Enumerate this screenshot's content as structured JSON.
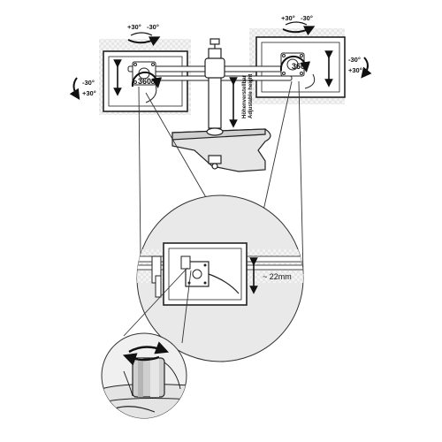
{
  "left_monitor": {
    "tilt_top": {
      "plus": "+30°",
      "minus": "-30°"
    },
    "tilt_side": {
      "minus": "-30°",
      "plus": "+30°"
    },
    "rotation": "360°"
  },
  "right_monitor": {
    "tilt_top": {
      "plus": "+30°",
      "minus": "-30°"
    },
    "tilt_side": {
      "minus": "-30°",
      "plus": "+30°"
    },
    "rotation": "360°"
  },
  "pole_label": {
    "line1": "Höhenverstellbar",
    "line2": "Adjustable height"
  },
  "detail": {
    "height_adjust": "~ 22mm"
  },
  "colors": {
    "stroke": "#222222",
    "light_fill": "#f2f2f2",
    "mid_fill": "#e2e2e2",
    "dark_fill": "#c8c8c8"
  }
}
